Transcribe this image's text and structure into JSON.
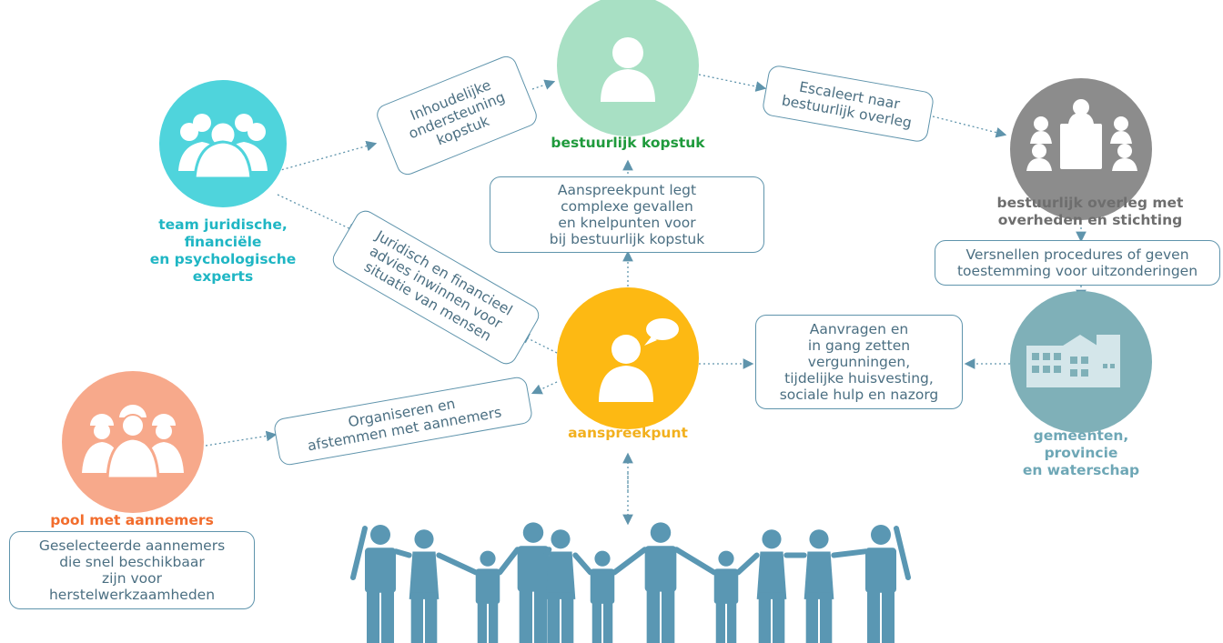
{
  "colors": {
    "connector": "#5f94ac",
    "team": "#4fd4dc",
    "kopstuk": "#a8e0c4",
    "kopstuk_label": "#1f9a3c",
    "overleg": "#8c8c8c",
    "overleg_label": "#6e6e6e",
    "aanspreekpunt": "#fdb913",
    "aanspreekpunt_label": "#f2b01e",
    "gemeenten": "#7fb0b8",
    "gemeenten_label": "#6ea7b6",
    "pool": "#f7a98b",
    "pool_label": "#f26d2d",
    "team_label": "#1fb6c4",
    "people": "#5a97b3"
  },
  "nodes": {
    "team": {
      "label": "team juridische,\nfinanciële\nen psychologische\nexperts",
      "icon": "group-icon"
    },
    "kopstuk": {
      "label": "bestuurlijk kopstuk",
      "icon": "person-icon"
    },
    "overleg": {
      "label": "bestuurlijk overleg met\noverheden en stichting",
      "icon": "meeting-table-icon"
    },
    "aanspreekpunt": {
      "label": "aanspreekpunt",
      "icon": "person-speech-icon"
    },
    "gemeenten": {
      "label": "gemeenten,\nprovincie\nen waterschap",
      "icon": "buildings-icon"
    },
    "pool": {
      "label": "pool met aannemers",
      "icon": "construction-workers-icon"
    },
    "residents": {
      "icon": "people-group-icon"
    }
  },
  "boxes": {
    "inhoudelijke": "Inhoudelijke\nondersteuning\nkopstuk",
    "escaleert": "Escaleert naar\nbestuurlijk overleg",
    "aanspreekpunt_legt": "Aanspreekpunt legt\ncomplexe gevallen\nen knelpunten voor\nbij bestuurlijk kopstuk",
    "juridisch": "Juridisch en financieel\nadvies inwinnen voor\nsituatie van mensen",
    "versnellen": "Versnellen procedures of geven\ntoestemming voor uitzonderingen",
    "aanvragen": "Aanvragen en\nin gang zetten\nvergunningen,\ntijdelijke huisvesting,\nsociale hulp en nazorg",
    "organiseren": "Organiseren en\nafstemmen met aannemers",
    "geselecteerde": "Geselecteerde aannemers\ndie snel beschikbaar\nzijn voor\nherstelwerkzaamheden"
  }
}
